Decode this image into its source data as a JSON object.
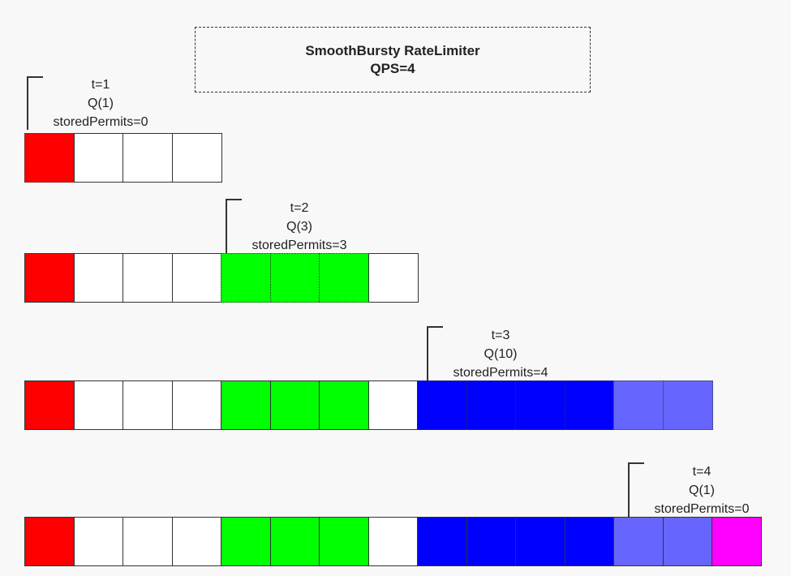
{
  "title": {
    "line1": "SmoothBursty RateLimiter",
    "line2": "QPS=4"
  },
  "colors": {
    "empty": "#ffffff",
    "red": "#ff0000",
    "green": "#00ff00",
    "blue": "#0000ff",
    "light_blue": "#6666ff",
    "magenta": "#ff00ff"
  },
  "steps": [
    {
      "time": "t=1",
      "request": "Q(1)",
      "stored": "storedPermits=0",
      "cells": [
        {
          "color": "red",
          "dotted": true
        },
        {
          "color": "empty"
        },
        {
          "color": "empty"
        },
        {
          "color": "empty"
        }
      ]
    },
    {
      "time": "t=2",
      "request": "Q(3)",
      "stored": "storedPermits=3",
      "cells": [
        {
          "color": "red"
        },
        {
          "color": "empty"
        },
        {
          "color": "empty"
        },
        {
          "color": "empty"
        },
        {
          "color": "green",
          "dotted": true
        },
        {
          "color": "green",
          "dotted": true
        },
        {
          "color": "green",
          "dotted": true
        },
        {
          "color": "empty"
        }
      ]
    },
    {
      "time": "t=3",
      "request": "Q(10)",
      "stored": "storedPermits=4",
      "cells": [
        {
          "color": "red"
        },
        {
          "color": "empty"
        },
        {
          "color": "empty"
        },
        {
          "color": "empty"
        },
        {
          "color": "green"
        },
        {
          "color": "green"
        },
        {
          "color": "green"
        },
        {
          "color": "empty"
        },
        {
          "color": "blue",
          "dotted": true
        },
        {
          "color": "blue",
          "dotted": true
        },
        {
          "color": "blue",
          "dotted": true
        },
        {
          "color": "blue",
          "dotted": true
        },
        {
          "color": "light_blue",
          "dotted": true
        },
        {
          "color": "light_blue",
          "dotted": true
        }
      ]
    },
    {
      "time": "t=4",
      "request": "Q(1)",
      "stored": "storedPermits=0",
      "cells": [
        {
          "color": "red"
        },
        {
          "color": "empty"
        },
        {
          "color": "empty"
        },
        {
          "color": "empty"
        },
        {
          "color": "green"
        },
        {
          "color": "green"
        },
        {
          "color": "green"
        },
        {
          "color": "empty"
        },
        {
          "color": "blue"
        },
        {
          "color": "blue"
        },
        {
          "color": "blue"
        },
        {
          "color": "blue"
        },
        {
          "color": "light_blue"
        },
        {
          "color": "light_blue"
        },
        {
          "color": "magenta"
        }
      ]
    }
  ]
}
